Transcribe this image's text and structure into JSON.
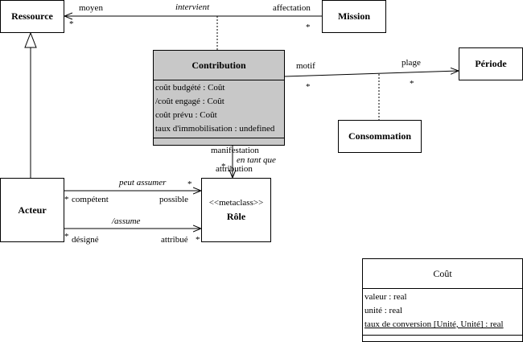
{
  "classes": {
    "ressource": "Ressource",
    "mission": "Mission",
    "contribution": {
      "name": "Contribution",
      "attributes": [
        "coût budgété : Coût",
        "/coût engagé : Coût",
        "coût prévu : Coût",
        "taux d'immobilisation : undefined"
      ]
    },
    "periode": "Période",
    "consommation": "Consommation",
    "acteur": "Acteur",
    "role": {
      "stereotype": "<<metaclass>>",
      "name": "Rôle"
    },
    "cout": {
      "name": "Coût",
      "attributes": [
        "valeur : real",
        "unité : real",
        "taux de conversion [Unité, Unité] : real"
      ]
    }
  },
  "associations": {
    "mission_ressource": {
      "name": "intervient",
      "role_ressource": "moyen",
      "mult_ressource": "*",
      "role_mission": "affectation",
      "mult_mission": "*"
    },
    "contribution_periode": {
      "role_contribution": "motif",
      "mult_contribution": "*",
      "role_periode": "plage",
      "mult_periode": "*"
    },
    "contribution_role": {
      "role_contribution": "manifestation",
      "name": "en tant que",
      "role_role": "attribution",
      "mult": "*"
    },
    "peut_assumer": {
      "name": "peut assumer",
      "mult_acteur": "*",
      "role_acteur": "compétent",
      "mult_role": "*",
      "role_role": "possible"
    },
    "assume": {
      "name": "/assume",
      "mult_acteur": "*",
      "role_acteur": "désigné",
      "role_role": "attribué",
      "mult_role": "*"
    }
  },
  "colors": {
    "contribution_fill": "#c8c8c8",
    "line": "#000000"
  }
}
